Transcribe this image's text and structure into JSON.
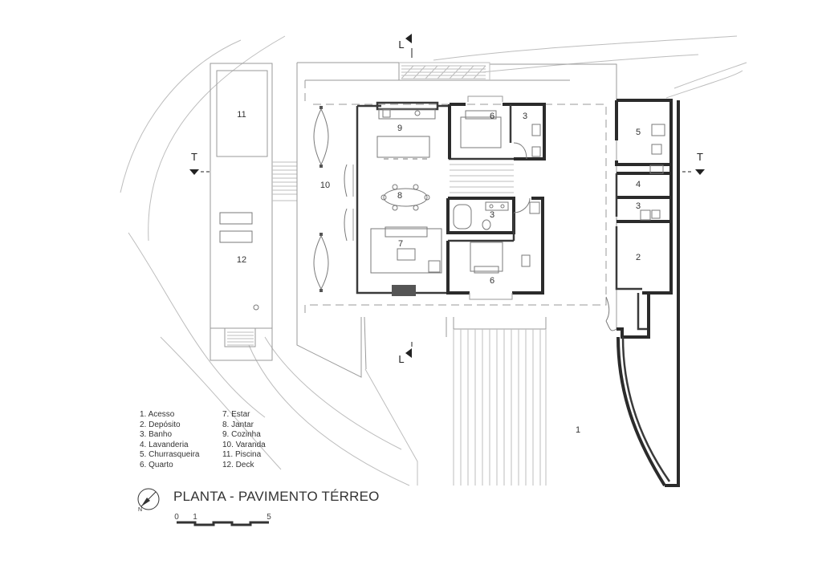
{
  "title": "PLANTA - PAVIMENTO TÉRREO",
  "room_numbers": {
    "r1": "1",
    "r2": "2",
    "r3a": "3",
    "r3b": "3",
    "r3c": "3",
    "r4": "4",
    "r5": "5",
    "r6a": "6",
    "r6b": "6",
    "r7": "7",
    "r8": "8",
    "r9": "9",
    "r10": "10",
    "r11": "11",
    "r12": "12"
  },
  "section_marks": {
    "top": "L",
    "bottom": "L",
    "left": "T",
    "right": "T"
  },
  "legend_left": [
    "1. Acesso",
    "2. Depósito",
    "3. Banho",
    "4. Lavanderia",
    "5. Churrasqueira",
    "6. Quarto"
  ],
  "legend_right": [
    "7. Estar",
    "8. Jantar",
    "9. Cozinha",
    "10. Varanda",
    "11. Piscina",
    "12. Deck"
  ],
  "scale": {
    "t0": "0",
    "t1": "1",
    "t5": "5"
  }
}
